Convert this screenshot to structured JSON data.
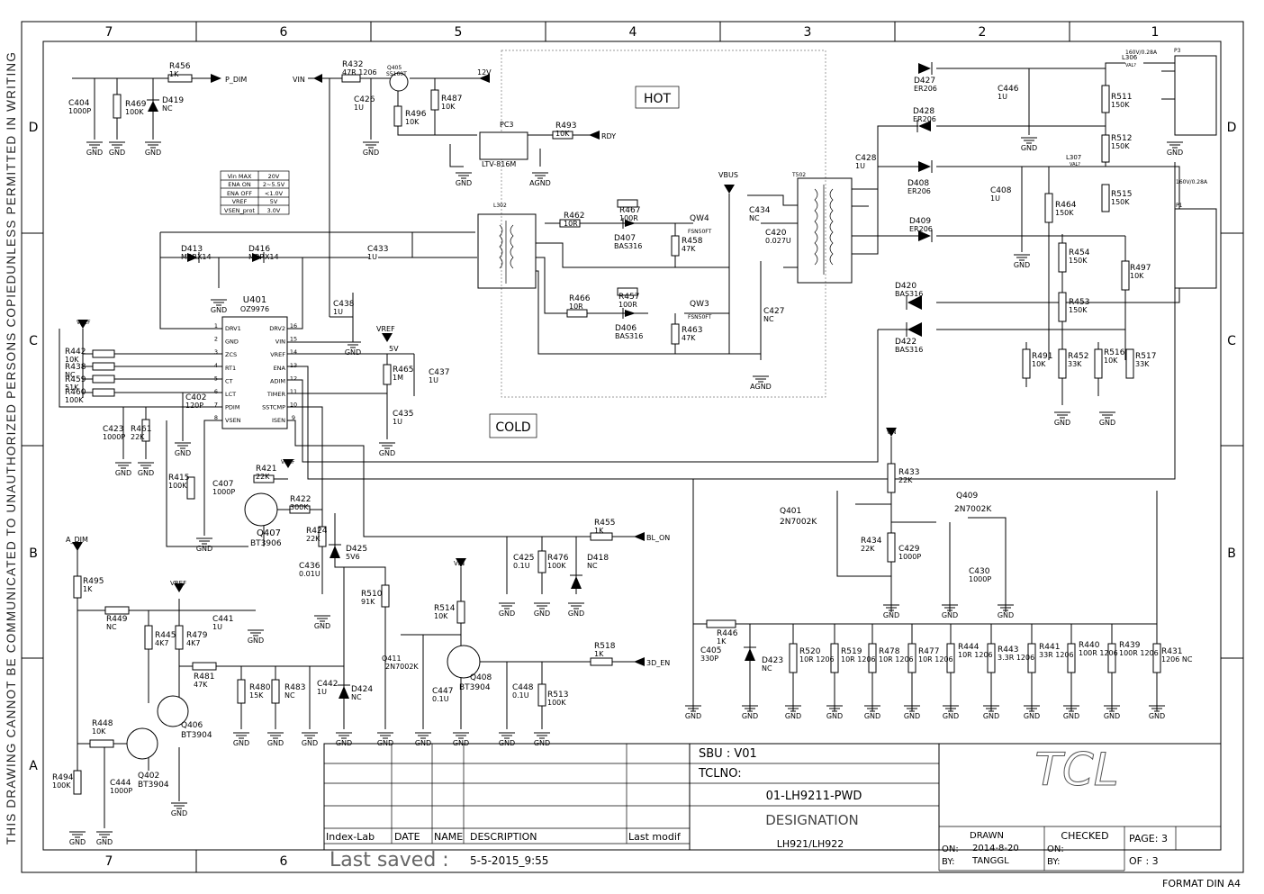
{
  "sheet": {
    "side_notice": "THIS DRAWING CANNOT BE COMMUNICATED TO UNAUTHORIZED PERSONS COPIEDUNLESS PERMITTED IN WRITING",
    "col_labels": [
      "7",
      "6",
      "5",
      "4",
      "3",
      "2",
      "1"
    ],
    "col_labels_bottom": [
      "7",
      "6"
    ],
    "row_labels": [
      "D",
      "C",
      "B",
      "A"
    ],
    "format": "FORMAT DIN A4"
  },
  "zones": {
    "hot": "HOT",
    "cold": "COLD"
  },
  "spec_table": [
    [
      "Vin MAX",
      "20V"
    ],
    [
      "ENA ON",
      "2~5.5V"
    ],
    [
      "ENA OFF",
      "<1.0V"
    ],
    [
      "VREF",
      "5V"
    ],
    [
      "VSEN_prot",
      "3.0V"
    ]
  ],
  "ic": {
    "ref": "U401",
    "part": "OZ9976",
    "pins_left": [
      [
        "1",
        "DRV1"
      ],
      [
        "2",
        "GND"
      ],
      [
        "3",
        "ZCS"
      ],
      [
        "4",
        "RT1"
      ],
      [
        "5",
        "CT"
      ],
      [
        "6",
        "LCT"
      ],
      [
        "7",
        "PDIM"
      ],
      [
        "8",
        "VSEN"
      ]
    ],
    "pins_right": [
      [
        "16",
        "DRV2"
      ],
      [
        "15",
        "VIN"
      ],
      [
        "14",
        "VREF"
      ],
      [
        "13",
        "ENA"
      ],
      [
        "12",
        "ADIM"
      ],
      [
        "11",
        "TIMER"
      ],
      [
        "10",
        "SSTCMP"
      ],
      [
        "9",
        "ISEN"
      ]
    ]
  },
  "nets": {
    "p_dim": "P_DIM",
    "vin": "VIN",
    "v12": "12V",
    "rdy": "RDY",
    "vref": "VREF",
    "v5": "5V",
    "vbus": "VBUS",
    "a_dim": "A_DIM",
    "bl_on": "BL_ON",
    "en3d": "3D_EN",
    "gnd": "GND",
    "agnd": "AGND"
  },
  "labels": {
    "opto": [
      "PC3",
      "LTV-816M"
    ],
    "mosfets": [
      [
        "QW4",
        "FSN50FT"
      ],
      [
        "QW3",
        "FSN50FT"
      ]
    ],
    "l302": "L302",
    "t502": "T502",
    "out_p3": [
      "P3",
      "160V/0.28A"
    ],
    "out_p1": [
      "P1",
      "160V/0.28A"
    ],
    "l306": [
      "L306",
      "VAL?"
    ],
    "l307": [
      "L307",
      "VAL?"
    ],
    "q405": [
      "Q405",
      "S5160T"
    ],
    "q401": [
      "Q401",
      "2N7002K"
    ],
    "q409": [
      "Q409",
      "2N7002K"
    ],
    "q407": [
      "Q407",
      "BT3906"
    ],
    "q411": [
      "Q411",
      "2N7002K"
    ],
    "q408": [
      "Q408",
      "BT3904"
    ],
    "q406": [
      "Q406",
      "BT3904"
    ],
    "q402": [
      "Q402",
      "BT3904"
    ]
  },
  "parts": [
    [
      "R456",
      "1K"
    ],
    [
      "C404",
      "1000P"
    ],
    [
      "R469",
      "100K"
    ],
    [
      "D419",
      "NC"
    ],
    [
      "R432",
      "47R 1206"
    ],
    [
      "C426",
      "1U"
    ],
    [
      "R496",
      "10K"
    ],
    [
      "R487",
      "10K"
    ],
    [
      "R493",
      "10K"
    ],
    [
      "R462",
      "10R"
    ],
    [
      "R467",
      "100R"
    ],
    [
      "D407",
      "BAS316"
    ],
    [
      "R458",
      "47K"
    ],
    [
      "R466",
      "10R"
    ],
    [
      "R457",
      "100R"
    ],
    [
      "D406",
      "BAS316"
    ],
    [
      "R463",
      "47K"
    ],
    [
      "C434",
      "NC"
    ],
    [
      "C420",
      "0.027U"
    ],
    [
      "C427",
      "NC"
    ],
    [
      "C428",
      "1U"
    ],
    [
      "D427",
      "ER206"
    ],
    [
      "D428",
      "ER206"
    ],
    [
      "D408",
      "ER206"
    ],
    [
      "D409",
      "ER206"
    ],
    [
      "C446",
      "1U"
    ],
    [
      "C408",
      "1U"
    ],
    [
      "R511",
      "150K"
    ],
    [
      "R512",
      "150K"
    ],
    [
      "R515",
      "150K"
    ],
    [
      "R464",
      "150K"
    ],
    [
      "R454",
      "150K"
    ],
    [
      "R453",
      "150K"
    ],
    [
      "R497",
      "10K"
    ],
    [
      "D420",
      "BAS316"
    ],
    [
      "D422",
      "BAS316"
    ],
    [
      "R491",
      "10K"
    ],
    [
      "R452",
      "33K"
    ],
    [
      "R516",
      "10K"
    ],
    [
      "R517",
      "33K"
    ],
    [
      "D413",
      "MBRX14"
    ],
    [
      "D416",
      "MBRX14"
    ],
    [
      "C433",
      "1U"
    ],
    [
      "C438",
      "1U"
    ],
    [
      "R465",
      "1M"
    ],
    [
      "C437",
      "1U"
    ],
    [
      "C435",
      "1U"
    ],
    [
      "R442",
      "10K"
    ],
    [
      "R438",
      "NC"
    ],
    [
      "R459",
      "51K"
    ],
    [
      "R460",
      "100K"
    ],
    [
      "C402",
      "120P"
    ],
    [
      "C423",
      "1000P"
    ],
    [
      "R461",
      "22K"
    ],
    [
      "R415",
      "100K"
    ],
    [
      "C407",
      "1000P"
    ],
    [
      "R421",
      "22K"
    ],
    [
      "R422",
      "300K"
    ],
    [
      "R424",
      "22K"
    ],
    [
      "D425",
      "5V6"
    ],
    [
      "C436",
      "0.01U"
    ],
    [
      "R433",
      "22K"
    ],
    [
      "R434",
      "22K"
    ],
    [
      "C429",
      "1000P"
    ],
    [
      "C430",
      "1000P"
    ],
    [
      "R455",
      "1K"
    ],
    [
      "C425",
      "0.1U"
    ],
    [
      "R476",
      "100K"
    ],
    [
      "D418",
      "NC"
    ],
    [
      "R495",
      "1K"
    ],
    [
      "R449",
      "NC"
    ],
    [
      "R445",
      "4K7"
    ],
    [
      "R479",
      "4K7"
    ],
    [
      "C441",
      "1U"
    ],
    [
      "R481",
      "47K"
    ],
    [
      "R480",
      "15K"
    ],
    [
      "R483",
      "NC"
    ],
    [
      "C442",
      "1U"
    ],
    [
      "D424",
      "NC"
    ],
    [
      "R510",
      "91K"
    ],
    [
      "R514",
      "10K"
    ],
    [
      "C447",
      "0.1U"
    ],
    [
      "C448",
      "0.1U"
    ],
    [
      "R518",
      "1K"
    ],
    [
      "R513",
      "100K"
    ],
    [
      "R448",
      "10K"
    ],
    [
      "R494",
      "100K"
    ],
    [
      "C444",
      "1000P"
    ],
    [
      "R446",
      "1K"
    ],
    [
      "C405",
      "330P"
    ],
    [
      "D423",
      "NC"
    ],
    [
      "R520",
      "10R 1206"
    ],
    [
      "R519",
      "10R 1206"
    ],
    [
      "R478",
      "10R 1206"
    ],
    [
      "R477",
      "10R 1206"
    ],
    [
      "R444",
      "10R 1206"
    ],
    [
      "R443",
      "3.3R 1206"
    ],
    [
      "R441",
      "33R 1206"
    ],
    [
      "R440",
      "100R 1206"
    ],
    [
      "R439",
      "100R 1206"
    ],
    [
      "R431",
      "1206 NC"
    ]
  ],
  "title_block": {
    "headers": [
      "Index-Lab",
      "DATE",
      "NAME",
      "DESCRIPTION",
      "Last modif"
    ],
    "last_saved_label": "Last saved :",
    "last_saved_value": "5-5-2015_9:55",
    "sbu": "SBU :  V01",
    "tclno": "TCLNO:",
    "drawing_no": "01-LH9211-PWD",
    "designation": "DESIGNATION",
    "models": "LH921/LH922",
    "logo": "TCL",
    "drawn": "DRAWN",
    "checked": "CHECKED",
    "on": "ON:",
    "by": "BY:",
    "drawn_date": "2014-8-20",
    "drawn_by": "TANGGL",
    "page": "PAGE: 3",
    "of": "OF :   3"
  }
}
